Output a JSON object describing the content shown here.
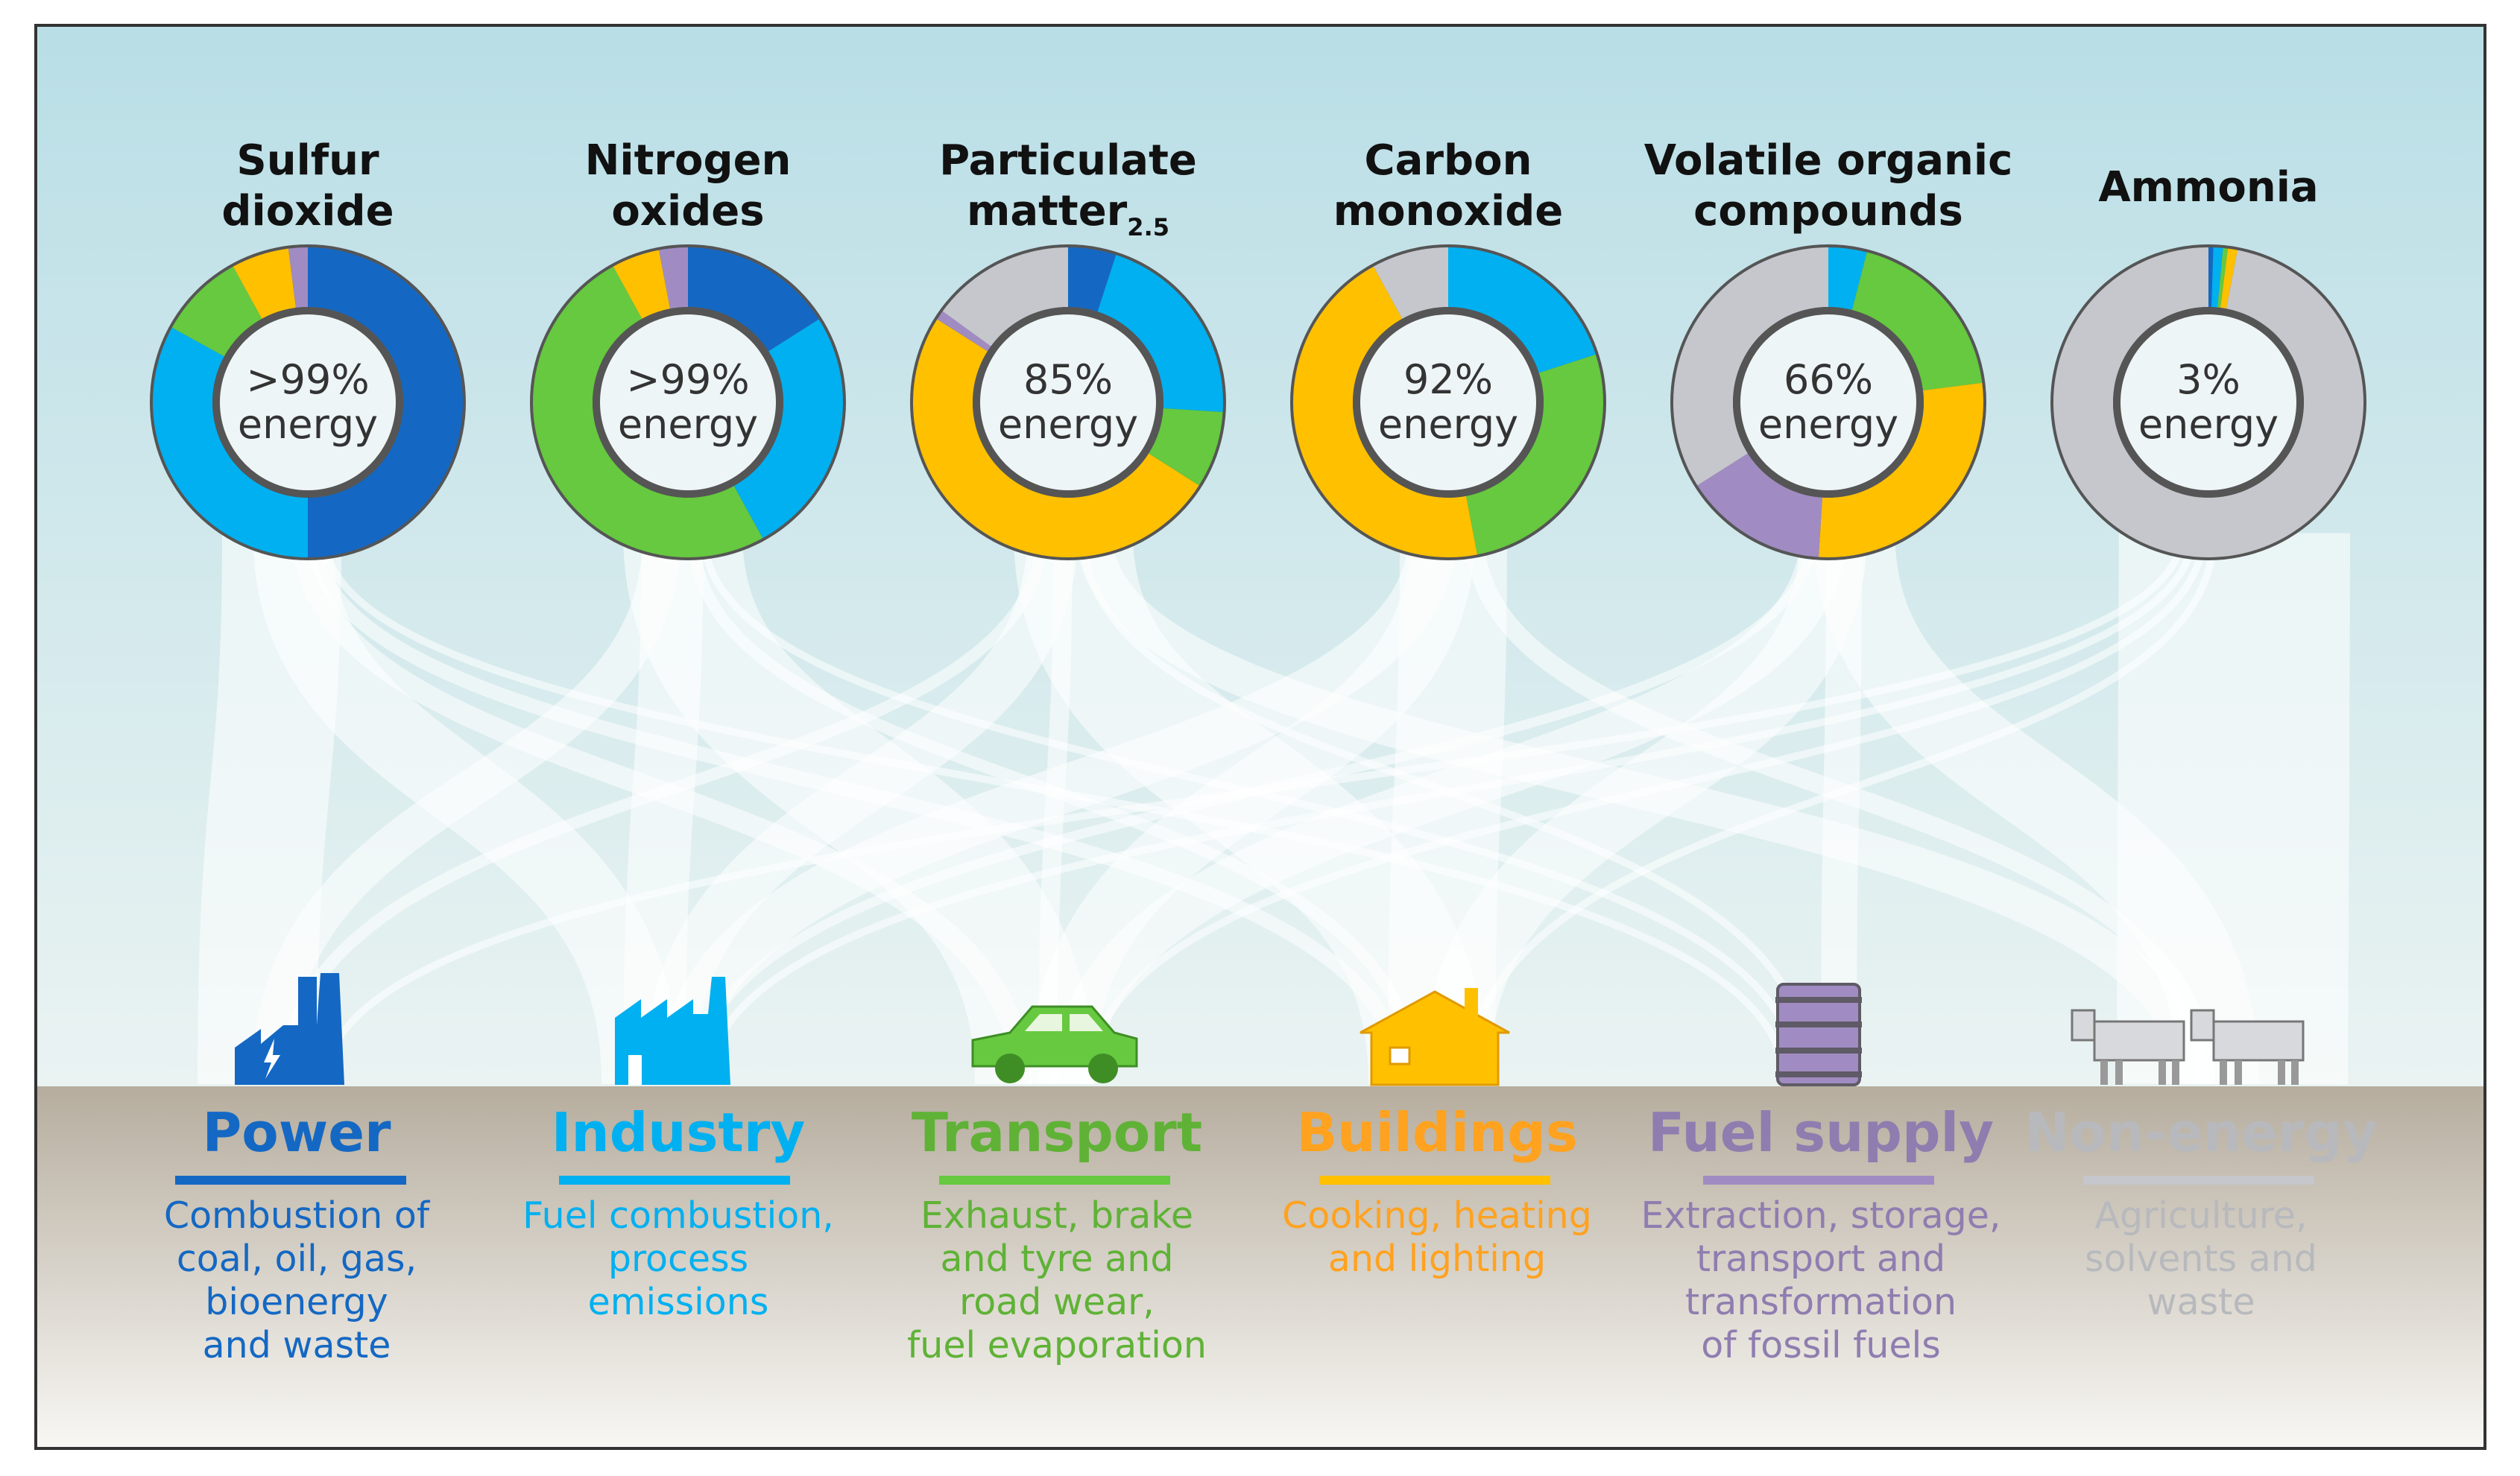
{
  "colors": {
    "power": "#1468c3",
    "industry": "#00b0f0",
    "transport": "#66c93f",
    "buildings": "#ffc000",
    "fuel_supply": "#a08cc2",
    "non_energy": "#c5c7cc",
    "donut_border": "#555555",
    "sky_top": "#b9dee6",
    "sky_bottom": "#eaf3f2",
    "ground_top": "#b6ad9e",
    "ground_bottom": "#f8f7f4",
    "flow": "#ffffff"
  },
  "pollutants": [
    {
      "id": "so2",
      "title_lines": [
        "Sulfur",
        "dioxide"
      ],
      "subscript": "",
      "energy_pct": ">99%",
      "energy_label": "energy",
      "shares": {
        "power": 0.5,
        "industry": 0.33,
        "transport": 0.09,
        "buildings": 0.06,
        "fuel_supply": 0.02,
        "non_energy": 0
      }
    },
    {
      "id": "nox",
      "title_lines": [
        "Nitrogen",
        "oxides"
      ],
      "subscript": "",
      "energy_pct": ">99%",
      "energy_label": "energy",
      "shares": {
        "power": 0.16,
        "industry": 0.26,
        "transport": 0.5,
        "buildings": 0.05,
        "fuel_supply": 0.03,
        "non_energy": 0
      }
    },
    {
      "id": "pm25",
      "title_lines": [
        "Particulate",
        "matter"
      ],
      "subscript": "2.5",
      "energy_pct": "85%",
      "energy_label": "energy",
      "shares": {
        "power": 0.05,
        "industry": 0.21,
        "transport": 0.08,
        "buildings": 0.5,
        "fuel_supply": 0.01,
        "non_energy": 0.15
      }
    },
    {
      "id": "co",
      "title_lines": [
        "Carbon",
        "monoxide"
      ],
      "subscript": "",
      "energy_pct": "92%",
      "energy_label": "energy",
      "shares": {
        "power": 0,
        "industry": 0.2,
        "transport": 0.27,
        "buildings": 0.45,
        "fuel_supply": 0,
        "non_energy": 0.08
      }
    },
    {
      "id": "voc",
      "title_lines": [
        "Volatile organic",
        "compounds"
      ],
      "subscript": "",
      "energy_pct": "66%",
      "energy_label": "energy",
      "shares": {
        "power": 0,
        "industry": 0.04,
        "transport": 0.19,
        "buildings": 0.28,
        "fuel_supply": 0.15,
        "non_energy": 0.34
      }
    },
    {
      "id": "nh3",
      "title_lines": [
        "Ammonia"
      ],
      "subscript": "",
      "energy_pct": "3%",
      "energy_label": "energy",
      "shares": {
        "power": 0.005,
        "industry": 0.01,
        "transport": 0.005,
        "buildings": 0.01,
        "fuel_supply": 0,
        "non_energy": 0.97
      }
    }
  ],
  "sectors": [
    {
      "id": "power",
      "name": "Power",
      "icon": "power-plant-icon",
      "desc_lines": [
        "Combustion of",
        "coal, oil, gas,",
        "bioenergy",
        "and waste"
      ]
    },
    {
      "id": "industry",
      "name": "Industry",
      "icon": "factory-icon",
      "desc_lines": [
        "Fuel combustion,",
        "process",
        "emissions"
      ]
    },
    {
      "id": "transport",
      "name": "Transport",
      "icon": "car-icon",
      "desc_lines": [
        "Exhaust, brake",
        "and tyre and",
        "road wear,",
        "fuel evaporation"
      ]
    },
    {
      "id": "buildings",
      "name": "Buildings",
      "icon": "house-icon",
      "desc_lines": [
        "Cooking, heating",
        "and lighting"
      ]
    },
    {
      "id": "fuel_supply",
      "name": "Fuel supply",
      "icon": "oil-barrel-icon",
      "desc_lines": [
        "Extraction, storage,",
        "transport and",
        "transformation",
        "of fossil fuels"
      ]
    },
    {
      "id": "non_energy",
      "name": "Non-energy",
      "icon": "livestock-icon",
      "desc_lines": [
        "Agriculture,",
        "solvents and",
        "waste"
      ]
    }
  ]
}
